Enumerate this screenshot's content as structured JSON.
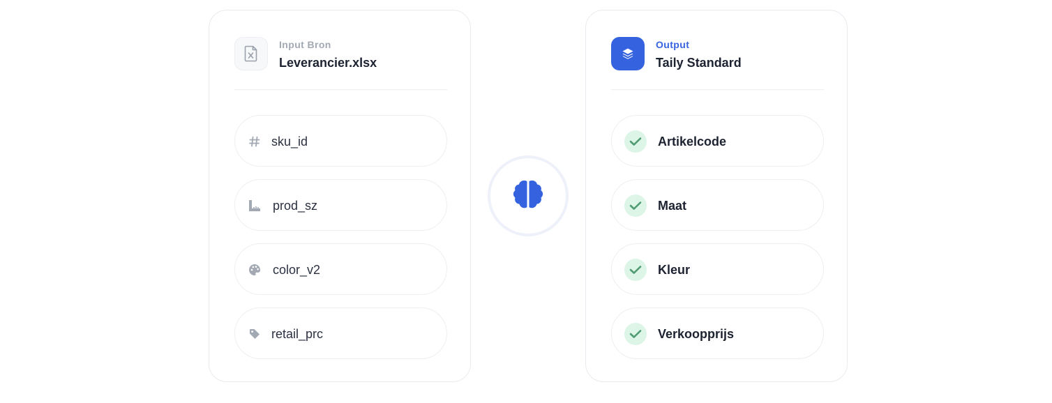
{
  "colors": {
    "accent": "#3563e0",
    "success": "#4f9c73",
    "success_bg": "#dcf5e6",
    "muted": "#a3a9b3"
  },
  "input": {
    "label": "Input Bron",
    "filename": "Leverancier.xlsx",
    "icon": "excel-file-icon",
    "fields": [
      {
        "label": "sku_id",
        "icon": "hash-icon"
      },
      {
        "label": "prod_sz",
        "icon": "ruler-icon"
      },
      {
        "label": "color_v2",
        "icon": "palette-icon"
      },
      {
        "label": "retail_prc",
        "icon": "tag-icon"
      }
    ]
  },
  "output": {
    "label": "Output",
    "title": "Taily Standard",
    "icon": "layers-icon",
    "fields": [
      {
        "label": "Artikelcode",
        "icon": "check-icon"
      },
      {
        "label": "Maat",
        "icon": "check-icon"
      },
      {
        "label": "Kleur",
        "icon": "check-icon"
      },
      {
        "label": "Verkoopprijs",
        "icon": "check-icon"
      }
    ]
  },
  "center": {
    "icon": "brain-icon"
  }
}
